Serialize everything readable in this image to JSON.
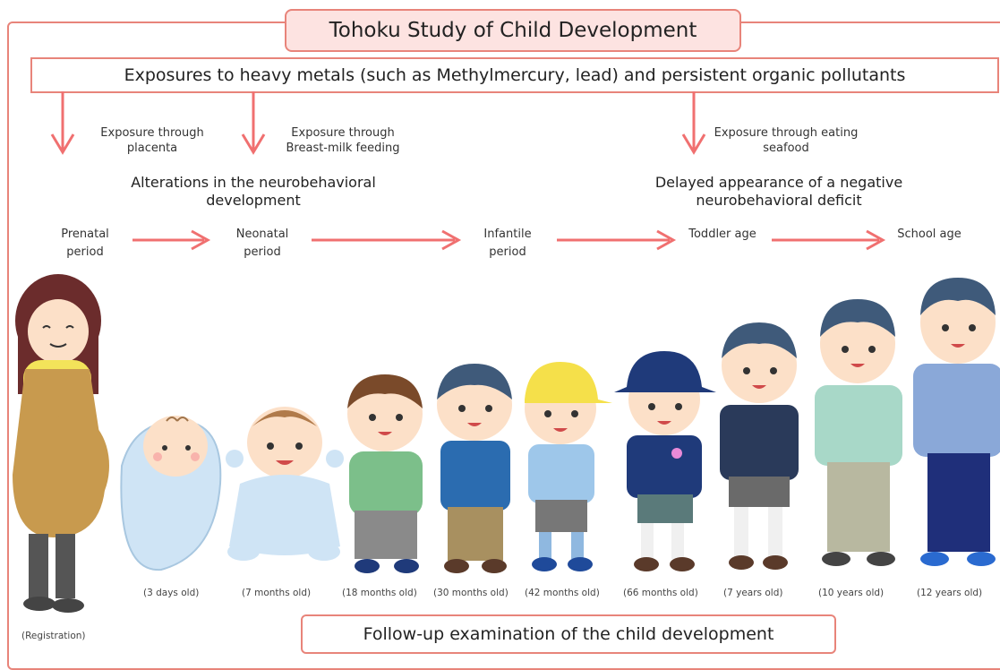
{
  "title": "Tohoku Study of Child Development",
  "exposure_header": "Exposures to heavy metals (such as Methylmercury, lead) and persistent organic pollutants",
  "exposure_routes": [
    {
      "text": "Exposure through placenta"
    },
    {
      "text": "Exposure through Breast-milk feeding"
    },
    {
      "text": "Exposure through eating seafood"
    }
  ],
  "effects": {
    "left": "Alterations in the neurobehavioral development",
    "right": "Delayed appearance of a negative neurobehavioral deficit"
  },
  "periods": [
    "Prenatal period",
    "Neonatal period",
    "Infantile period",
    "Toddler age",
    "School age"
  ],
  "ages": [
    "(Registration)",
    "(3 days old)",
    "(7 months old)",
    "(18 months old)",
    "(30 months old)",
    "(42 months old)",
    "(66 months old)",
    "(7 years old)",
    "(10 years old)",
    "(12 years old)"
  ],
  "followup": "Follow-up examination of the child development",
  "colors": {
    "accent": "#e8847a",
    "title_fill": "#fde3e1",
    "arrow": "#f07070"
  }
}
